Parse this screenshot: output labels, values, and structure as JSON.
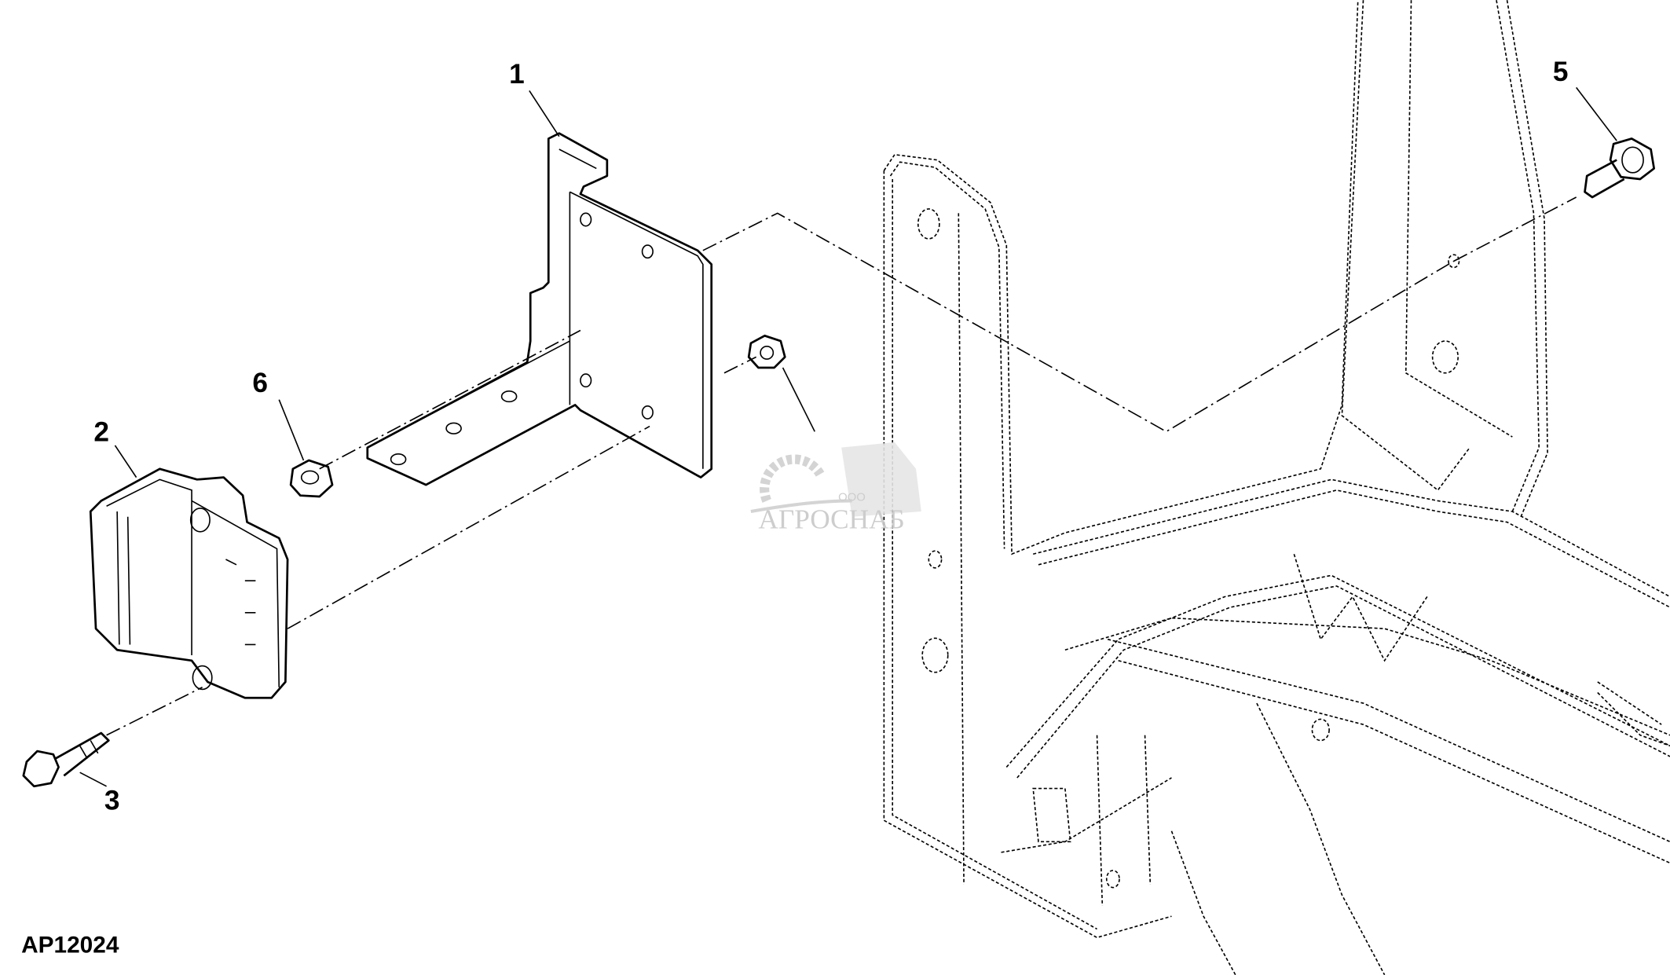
{
  "diagram": {
    "figure_id": "AP12024",
    "callouts": [
      {
        "number": "1",
        "part": "bracket"
      },
      {
        "number": "2",
        "part": "control-module"
      },
      {
        "number": "3",
        "part": "bolt"
      },
      {
        "number": "5",
        "part": "bolt"
      },
      {
        "number": "6",
        "part": "nut"
      }
    ],
    "watermark": {
      "prefix": "ООО",
      "name": "АГРОСНАБ"
    }
  }
}
